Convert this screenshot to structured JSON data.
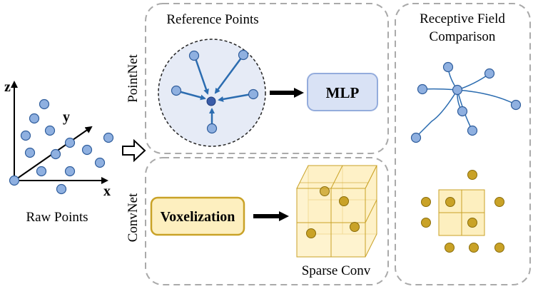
{
  "raw_points": {
    "axis_x": "x",
    "axis_y": "y",
    "axis_z": "z",
    "caption": "Raw Points"
  },
  "pointnet": {
    "side_label": "PointNet",
    "title": "Reference Points",
    "mlp_label": "MLP"
  },
  "convnet": {
    "side_label": "ConvNet",
    "voxelization_label": "Voxelization",
    "sparse_conv_label": "Sparse Conv"
  },
  "receptive_field": {
    "title_line1": "Receptive Field",
    "title_line2": "Comparison"
  },
  "colors": {
    "point_fill": "#8fb0e0",
    "point_stroke": "#2f5d9c",
    "center_point": "#3a5ca8",
    "arrow_blue": "#2b6cb0",
    "mlp_fill": "#d9e2f5",
    "mlp_stroke": "#94acdc",
    "circle_fill": "#e6ebf6",
    "vox_fill": "#fdefbf",
    "vox_stroke": "#c9a227",
    "gold_point": "#c9a227",
    "gold_stroke": "#8a6d0b",
    "panel_dash": "#aaaaaa"
  }
}
